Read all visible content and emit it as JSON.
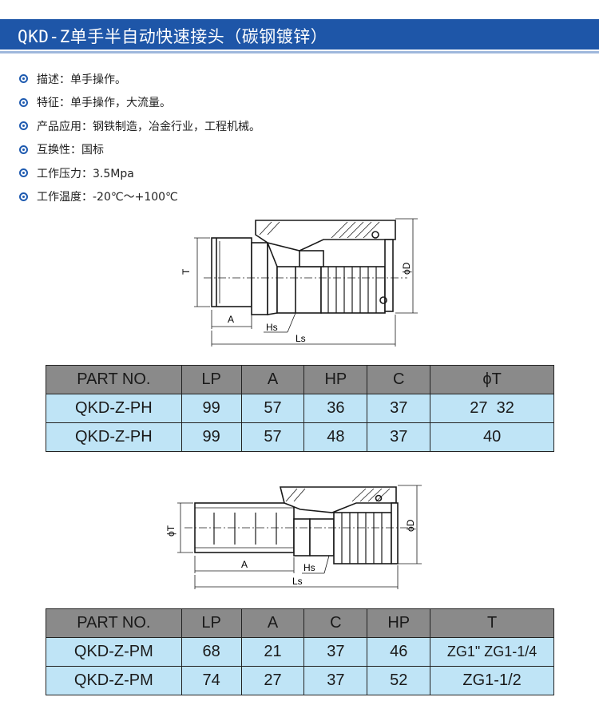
{
  "title": "QKD-Z单手半自动快速接头（碳钢镀锌）",
  "specs": [
    "描述：单手操作。",
    "特征：单手操作，大流量。",
    "产品应用：钢铁制造，冶金行业，工程机械。",
    "互换性：国标",
    "工作压力：3.5Mpa",
    "工作温度：-20℃～+100℃"
  ],
  "drawing1": {
    "labels": {
      "T": "T",
      "D": "ϕD",
      "A": "A",
      "Hs": "Hs",
      "Ls": "Ls"
    }
  },
  "drawing2": {
    "labels": {
      "T": "ϕT",
      "D": "ϕD",
      "A": "A",
      "Hs": "Hs",
      "Ls": "Ls"
    }
  },
  "table1": {
    "headers": [
      "PART NO.",
      "LP",
      "A",
      "HP",
      "C",
      "ϕT"
    ],
    "rows": [
      [
        "QKD-Z-PH",
        "99",
        "57",
        "36",
        "37",
        "27  32"
      ],
      [
        "QKD-Z-PH",
        "99",
        "57",
        "48",
        "37",
        "40"
      ]
    ]
  },
  "table2": {
    "headers": [
      "PART NO.",
      "LP",
      "A",
      "C",
      "HP",
      "T"
    ],
    "rows": [
      [
        "QKD-Z-PM",
        "68",
        "21",
        "37",
        "46",
        "ZG1\" ZG1-1/4"
      ],
      [
        "QKD-Z-PM",
        "74",
        "27",
        "37",
        "52",
        "ZG1-1/2"
      ]
    ]
  },
  "colors": {
    "title_bar": "#1e56a8",
    "table_header": "#8a8a8a",
    "table_body": "#bfe4f6",
    "bullet": "#1f5bb0"
  }
}
